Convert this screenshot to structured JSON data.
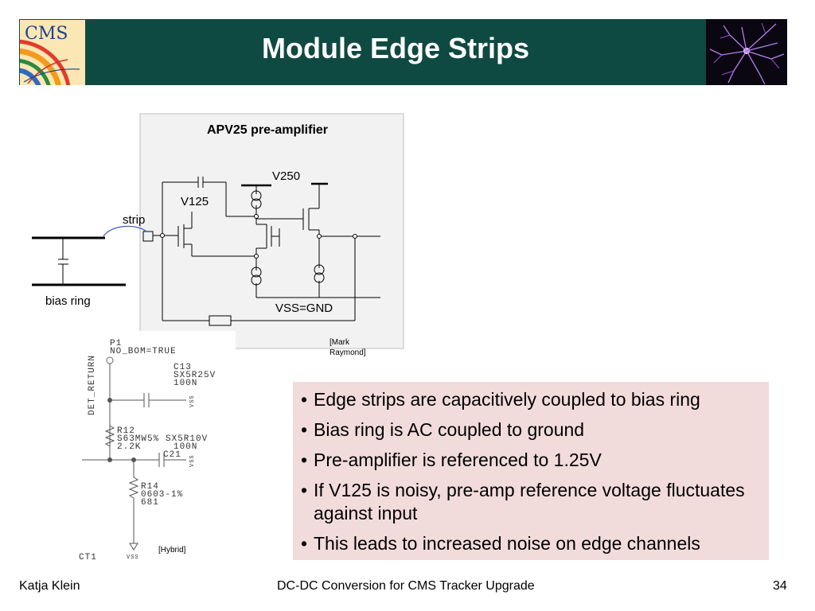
{
  "header": {
    "title": "Module Edge Strips",
    "logo_text": "CMS",
    "bg_color": "#0f4a42"
  },
  "figure": {
    "title": "APV25 pre-amplifier",
    "v250": "V250",
    "v125": "V125",
    "strip": "strip",
    "bias_ring": "bias ring",
    "vss_gnd": "VSS=GND",
    "credit_line1": "[Mark",
    "credit_line2": "Raymond]"
  },
  "hybrid": {
    "p1": "P1",
    "no_bom": "NO_BOM=TRUE",
    "det_return": "DET_RETURN",
    "c13": "C13",
    "c13_part": "SX5R25V",
    "c13_val": "100N",
    "r12": "R12",
    "r12_part": "S63MW5%",
    "r12_val": "2.2K",
    "c21_part": "SX5R10V",
    "c21_val": "100N",
    "c21": "C21",
    "r14": "R14",
    "r14_part": "0603-1%",
    "r14_val": "681",
    "vss": "VSS",
    "ct1": "CT1",
    "credit": "[Hybrid]"
  },
  "bullets": [
    "Edge strips are capacitively coupled to bias ring",
    "Bias ring is AC coupled to ground",
    "Pre-amplifier is referenced to 1.25V",
    "If V125 is noisy, pre-amp reference voltage fluctuates against input",
    "This leads to increased noise on edge channels"
  ],
  "bullet_symbol": "•",
  "bullet_bg": "#f2dcdb",
  "footer": {
    "author": "Katja Klein",
    "talk": "DC-DC Conversion for CMS Tracker Upgrade",
    "page": "34"
  }
}
